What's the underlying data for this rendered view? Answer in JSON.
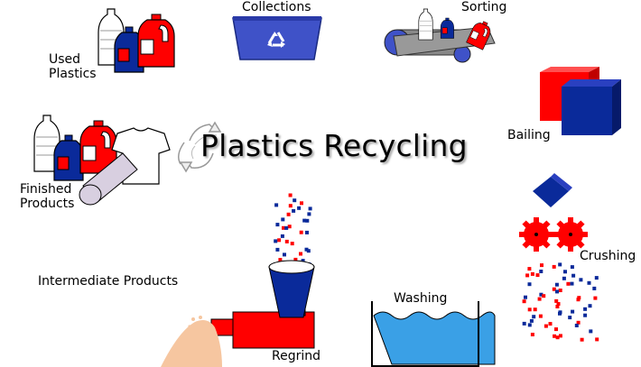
{
  "title": "Plastics Recycling",
  "stages": {
    "used_plastics": "Used Plastics",
    "collections": "Collections",
    "sorting": "Sorting",
    "bailing": "Bailing",
    "crushing": "Crushing",
    "washing": "Washing",
    "regrind": "Regrind",
    "intermediate_products": "Intermediate Products",
    "finished_products": "Finished Products"
  },
  "colors": {
    "red": "#ff0000",
    "blue": "#0a2a9a",
    "light_blue": "#3aa0e6",
    "bin_blue": "#3f52c8",
    "peach": "#f6c6a0",
    "gray": "#888888"
  },
  "icons": [
    "bottles-icon",
    "recycle-bin-icon",
    "conveyor-belt-icon",
    "bale-cube-icon",
    "crusher-gears-icon",
    "wash-tank-icon",
    "extruder-icon",
    "pellet-pile-icon",
    "tshirt-icon",
    "recycle-arrows-icon"
  ]
}
